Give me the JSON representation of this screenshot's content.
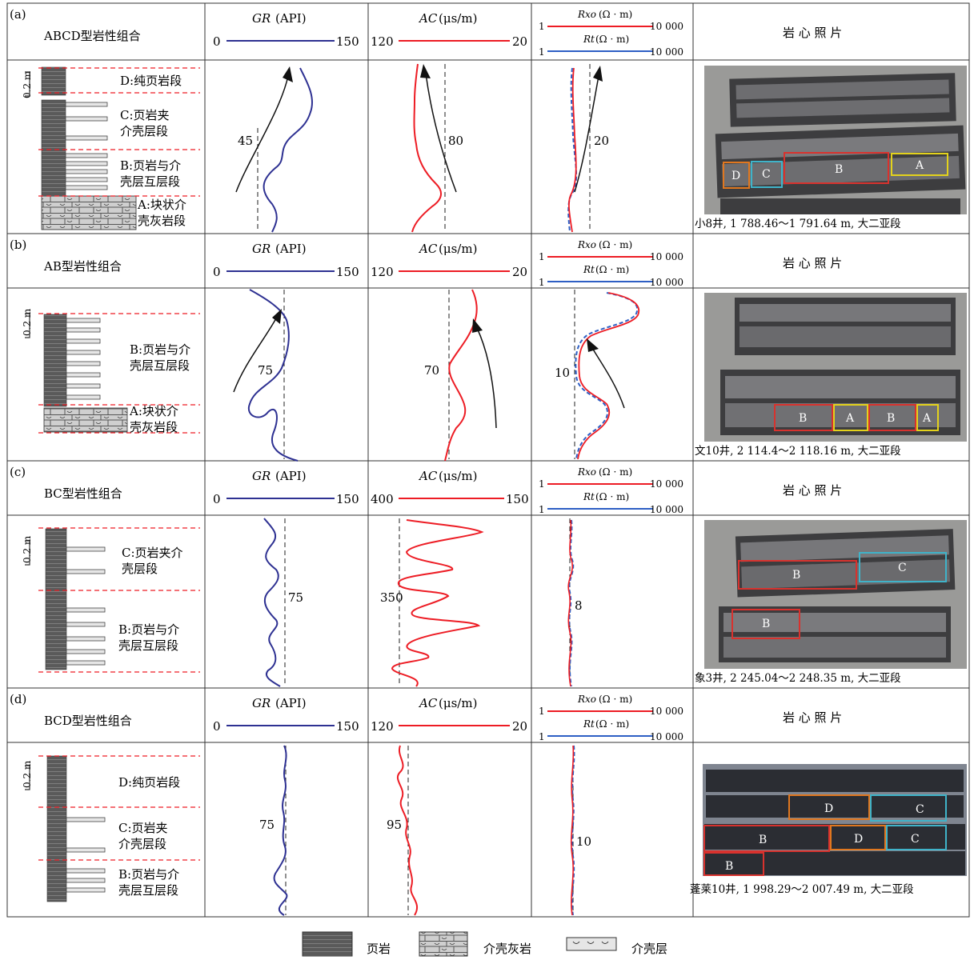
{
  "panels": [
    {
      "label": "(a)",
      "title": "ABCD型岩性组合",
      "scale": "0.2 m",
      "gr": {
        "name": "GR",
        "unit": "(API)",
        "min": "0",
        "max": "150",
        "cutoff": "45"
      },
      "ac": {
        "name": "AC",
        "unit": "(μs/m)",
        "min": "120",
        "max": "20",
        "cutoff": "80"
      },
      "res": {
        "rxo_name": "Rxo",
        "rt_name": "Rt",
        "unit": "(Ω · m)",
        "min": "1",
        "max": "10 000",
        "cutoff": "20"
      },
      "photo_header": "岩 心 照 片",
      "segments": [
        "D:纯页岩段",
        "C:页岩夹",
        "介壳层段",
        "B:页岩与介",
        "壳层互层段",
        "A:块状介",
        "壳灰岩段"
      ],
      "box_labels": [
        "D",
        "C",
        "B",
        "A"
      ],
      "caption": "小8井, 1 788.46～1 791.64 m, 大二亚段"
    },
    {
      "label": "(b)",
      "title": "AB型岩性组合",
      "scale": "0.2 m",
      "gr": {
        "name": "GR",
        "unit": "(API)",
        "min": "0",
        "max": "150",
        "cutoff": "75"
      },
      "ac": {
        "name": "AC",
        "unit": "(μs/m)",
        "min": "120",
        "max": "20",
        "cutoff": "70"
      },
      "res": {
        "rxo_name": "Rxo",
        "rt_name": "Rt",
        "unit": "(Ω · m)",
        "min": "1",
        "max": "10 000",
        "cutoff": "10"
      },
      "photo_header": "岩 心 照 片",
      "segments": [
        "B:页岩与介",
        "壳层互层段",
        "A:块状介",
        "壳灰岩段"
      ],
      "box_labels": [
        "B",
        "A",
        "B",
        "A"
      ],
      "caption": "文10井, 2 114.4～2 118.16 m, 大二亚段"
    },
    {
      "label": "(c)",
      "title": "BC型岩性组合",
      "scale": "0.2 m",
      "gr": {
        "name": "GR",
        "unit": "(API)",
        "min": "0",
        "max": "150",
        "cutoff": "75"
      },
      "ac": {
        "name": "AC",
        "unit": "(μs/m)",
        "min": "400",
        "max": "150",
        "cutoff": "350"
      },
      "res": {
        "rxo_name": "Rxo",
        "rt_name": "Rt",
        "unit": "(Ω · m)",
        "min": "1",
        "max": "10 000",
        "cutoff": "8"
      },
      "photo_header": "岩 心 照 片",
      "segments": [
        "C:页岩夹介",
        "壳层段",
        "B:页岩与介",
        "壳层互层段"
      ],
      "box_labels": [
        "B",
        "C",
        "B"
      ],
      "caption": "象3井, 2 245.04～2 248.35 m, 大二亚段"
    },
    {
      "label": "(d)",
      "title": "BCD型岩性组合",
      "scale": "0.2 m",
      "gr": {
        "name": "GR",
        "unit": "(API)",
        "min": "0",
        "max": "150",
        "cutoff": "75"
      },
      "ac": {
        "name": "AC",
        "unit": "(μs/m)",
        "min": "120",
        "max": "20",
        "cutoff": "95"
      },
      "res": {
        "rxo_name": "Rxo",
        "rt_name": "Rt",
        "unit": "(Ω · m)",
        "min": "1",
        "max": "10 000",
        "cutoff": "10"
      },
      "photo_header": "岩 心 照 片",
      "segments": [
        "D:纯页岩段",
        "C:页岩夹",
        "介壳层段",
        "B:页岩与介",
        "壳层互层段"
      ],
      "box_labels": [
        "D",
        "C",
        "B",
        "D",
        "C",
        "B"
      ],
      "caption": "蓬莱10井, 1 998.29～2 007.49 m, 大二亚段"
    }
  ],
  "legend": [
    "页岩",
    "介壳灰岩",
    "介壳层"
  ],
  "colors": {
    "gr": "#2e3192",
    "ac": "#ed1c24",
    "rxo": "#ed1c24",
    "rt": "#2e5fc4",
    "boundary": "#ed1c24",
    "shale": "#5a5a5a",
    "limestone": "#c8c8c8",
    "shell": "#e6e6e6",
    "box_D": "#e0771f",
    "box_C": "#3fb3c9",
    "box_B": "#d8322e",
    "box_A": "#e3d21c",
    "photo_bg": "#9a9a98",
    "core_tray": "#3d3d3f"
  }
}
